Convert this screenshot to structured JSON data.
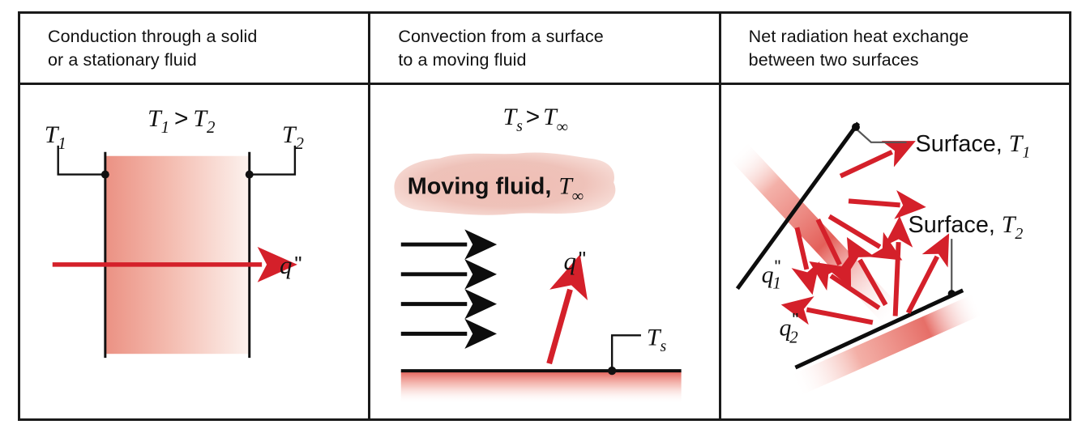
{
  "figure": {
    "accent_red": "#d4202a",
    "surface_black": "#111111",
    "slab_hot": "#ef9c8f",
    "slab_cold": "#fbf0ec",
    "blob_pink": "#f0bdb4"
  },
  "columns": [
    {
      "id": "conduction",
      "header_line1": "Conduction through a solid",
      "header_line2": "or a stationary fluid",
      "diagram": {
        "relation_var1": "T",
        "relation_sub1": "1",
        "relation_op": ">",
        "relation_var2": "T",
        "relation_sub2": "2",
        "label_left_var": "T",
        "label_left_sub": "1",
        "label_right_var": "T",
        "label_right_sub": "2",
        "flux_var": "q",
        "flux_prime": "\""
      }
    },
    {
      "id": "convection",
      "header_line1": "Convection from a surface",
      "header_line2": "to a moving fluid",
      "diagram": {
        "relation_var1": "T",
        "relation_sub1": "s",
        "relation_op": ">",
        "relation_var2": "T",
        "relation_sub2": "∞",
        "blob_text": "Moving fluid,",
        "blob_var": "T",
        "blob_sub": "∞",
        "flux_var": "q",
        "flux_prime": "\"",
        "surface_var": "T",
        "surface_sub": "s",
        "flow_arrow_count": 4
      }
    },
    {
      "id": "radiation",
      "header_line1": "Net radiation heat exchange",
      "header_line2": "between two surfaces",
      "diagram": {
        "label_top_text": "Surface,",
        "label_top_var": "T",
        "label_top_sub": "1",
        "label_bottom_text": "Surface,",
        "label_bottom_var": "T",
        "label_bottom_sub": "2",
        "flux1_var": "q",
        "flux1_prime": "\"",
        "flux1_sub": "1",
        "flux2_var": "q",
        "flux2_prime": "\"",
        "flux2_sub": "2"
      }
    }
  ]
}
